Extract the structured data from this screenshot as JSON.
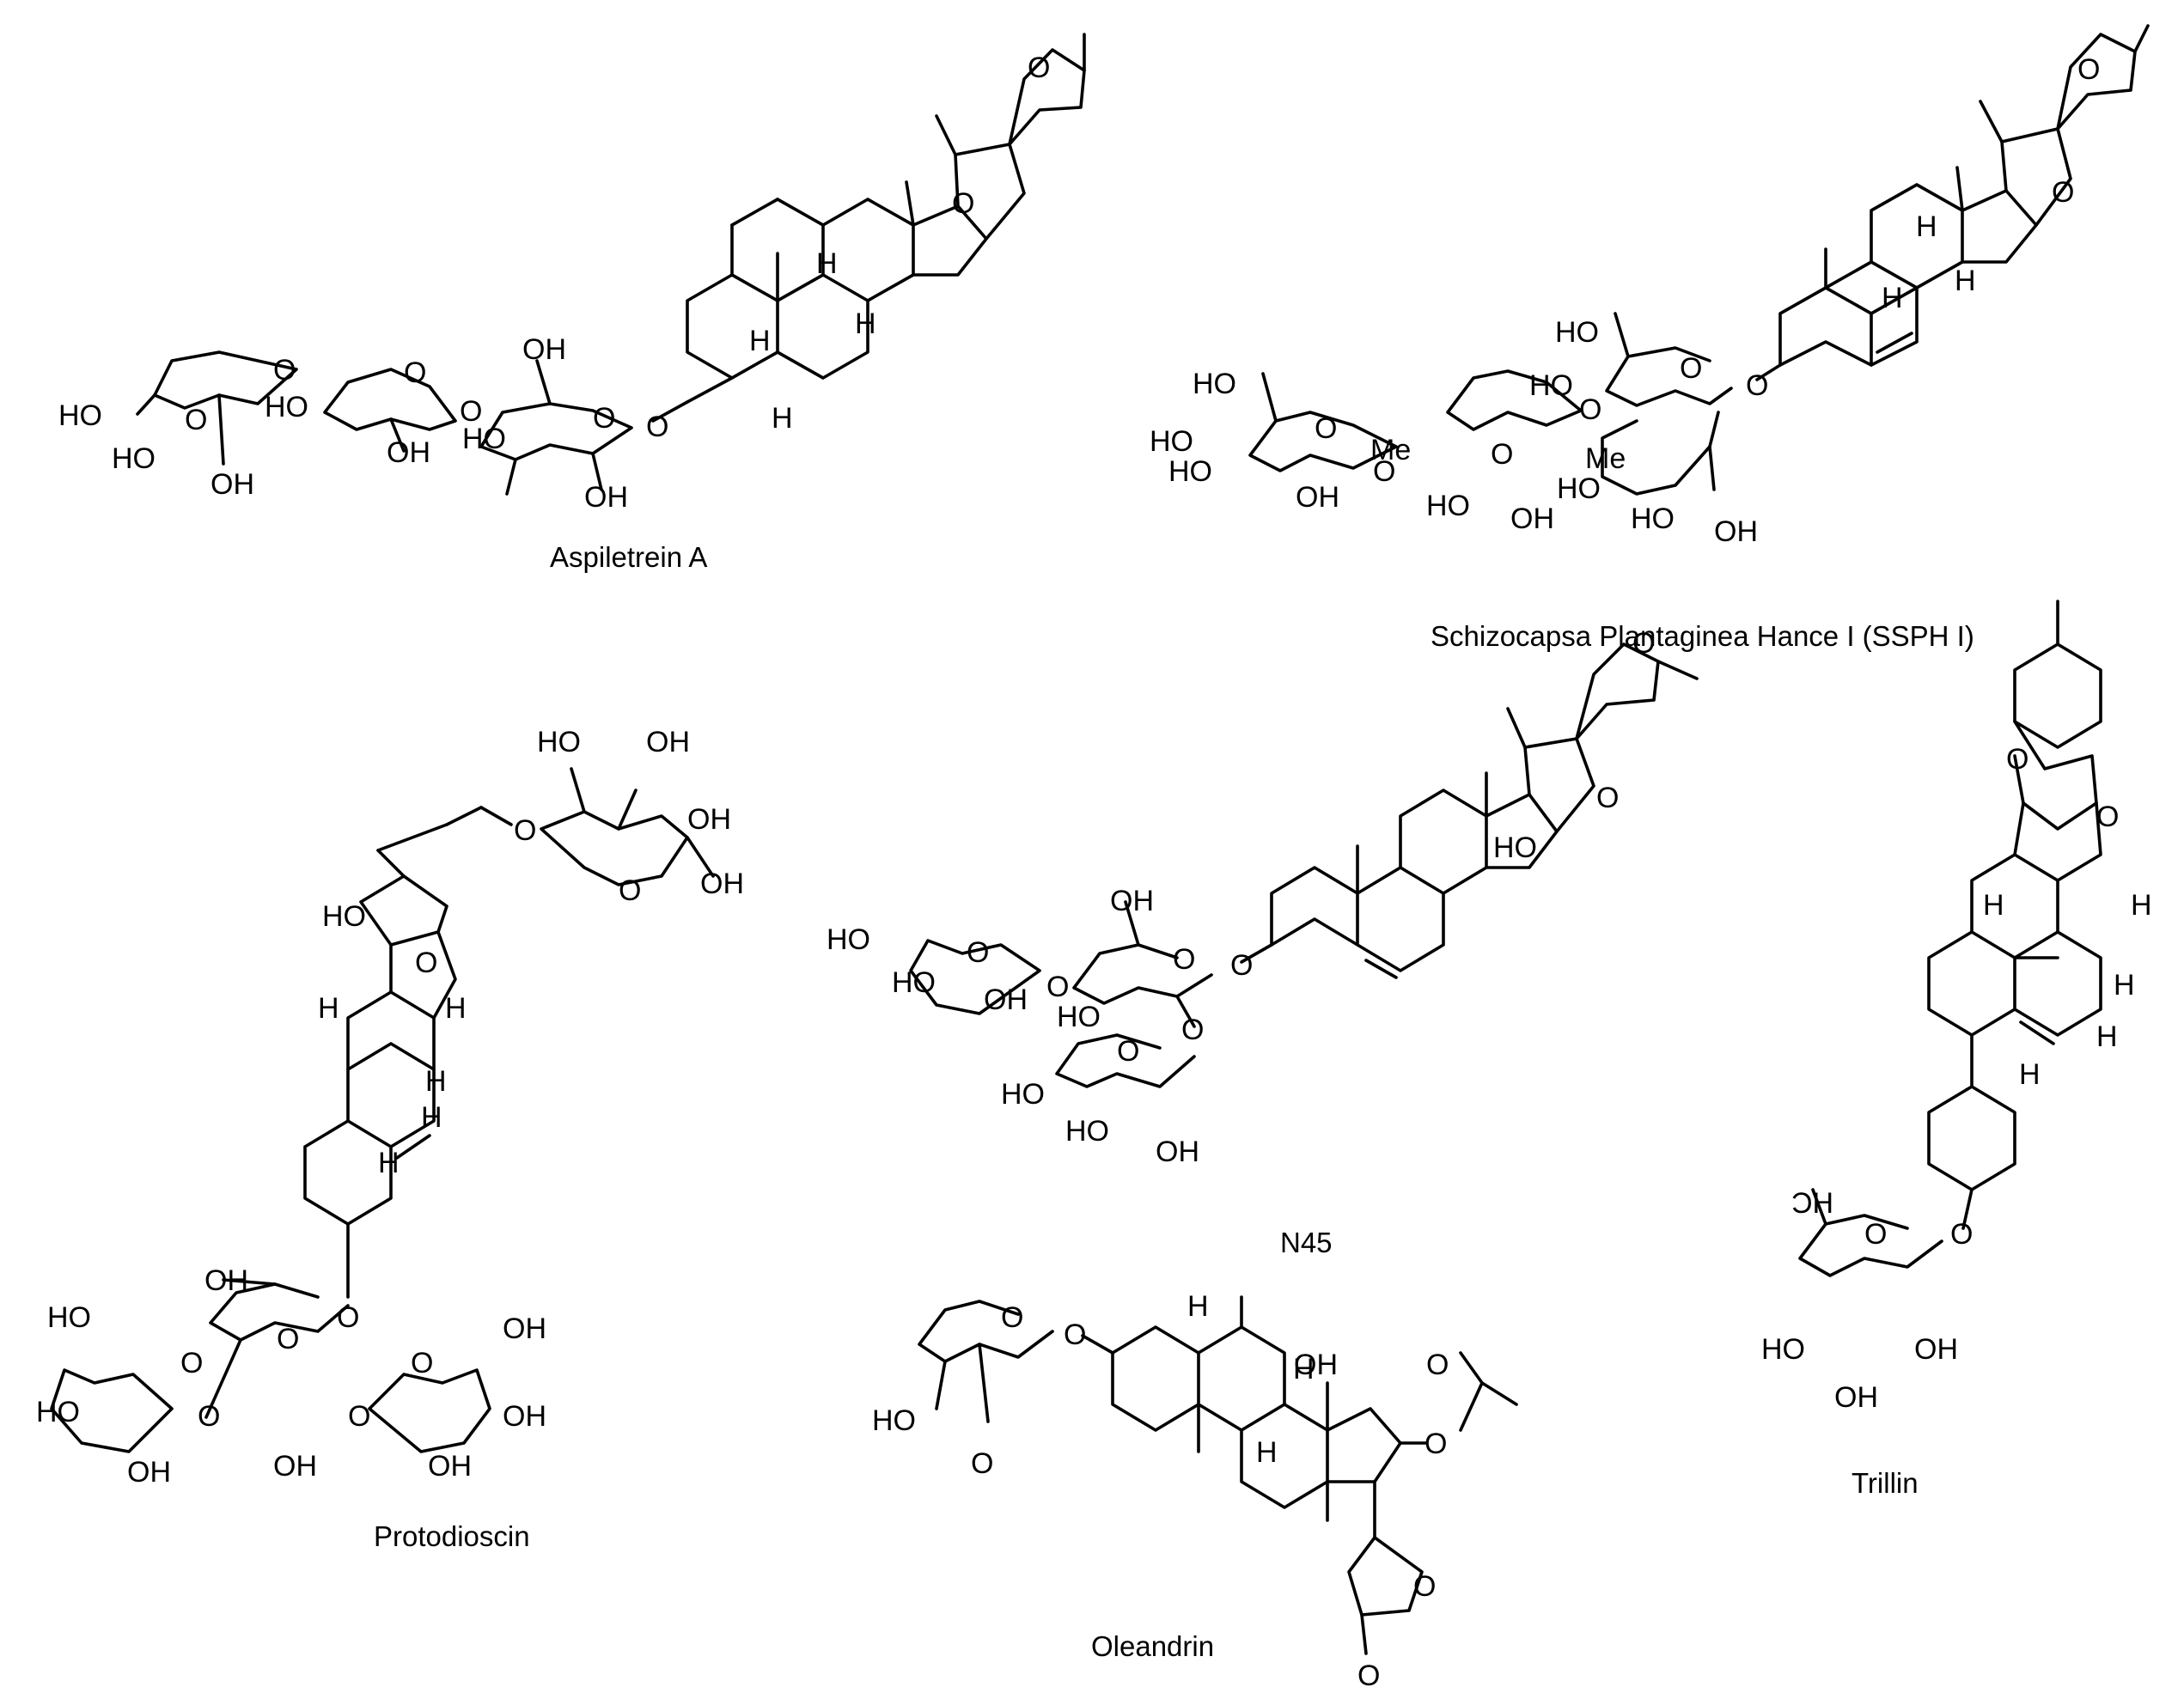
{
  "compounds": [
    {
      "id": "aspiletrein",
      "name": "Aspiletrein A"
    },
    {
      "id": "ssph",
      "name": "Schizocapsa Plantaginea Hance I (SSPH I)"
    },
    {
      "id": "protodioscin",
      "name": "Protodioscin"
    },
    {
      "id": "n45",
      "name": "N45"
    },
    {
      "id": "trillin",
      "name": "Trillin"
    },
    {
      "id": "oleandrin",
      "name": "Oleandrin"
    }
  ],
  "atom_labels": {
    "hydroxyl": "OH",
    "hydroxyl_left": "HO",
    "oxygen": "O",
    "hydrogen": "H",
    "methyl": "Me",
    "hydroxyl_partial": "ƆH"
  },
  "colors": {
    "ink": "#000000",
    "background": "#ffffff"
  }
}
